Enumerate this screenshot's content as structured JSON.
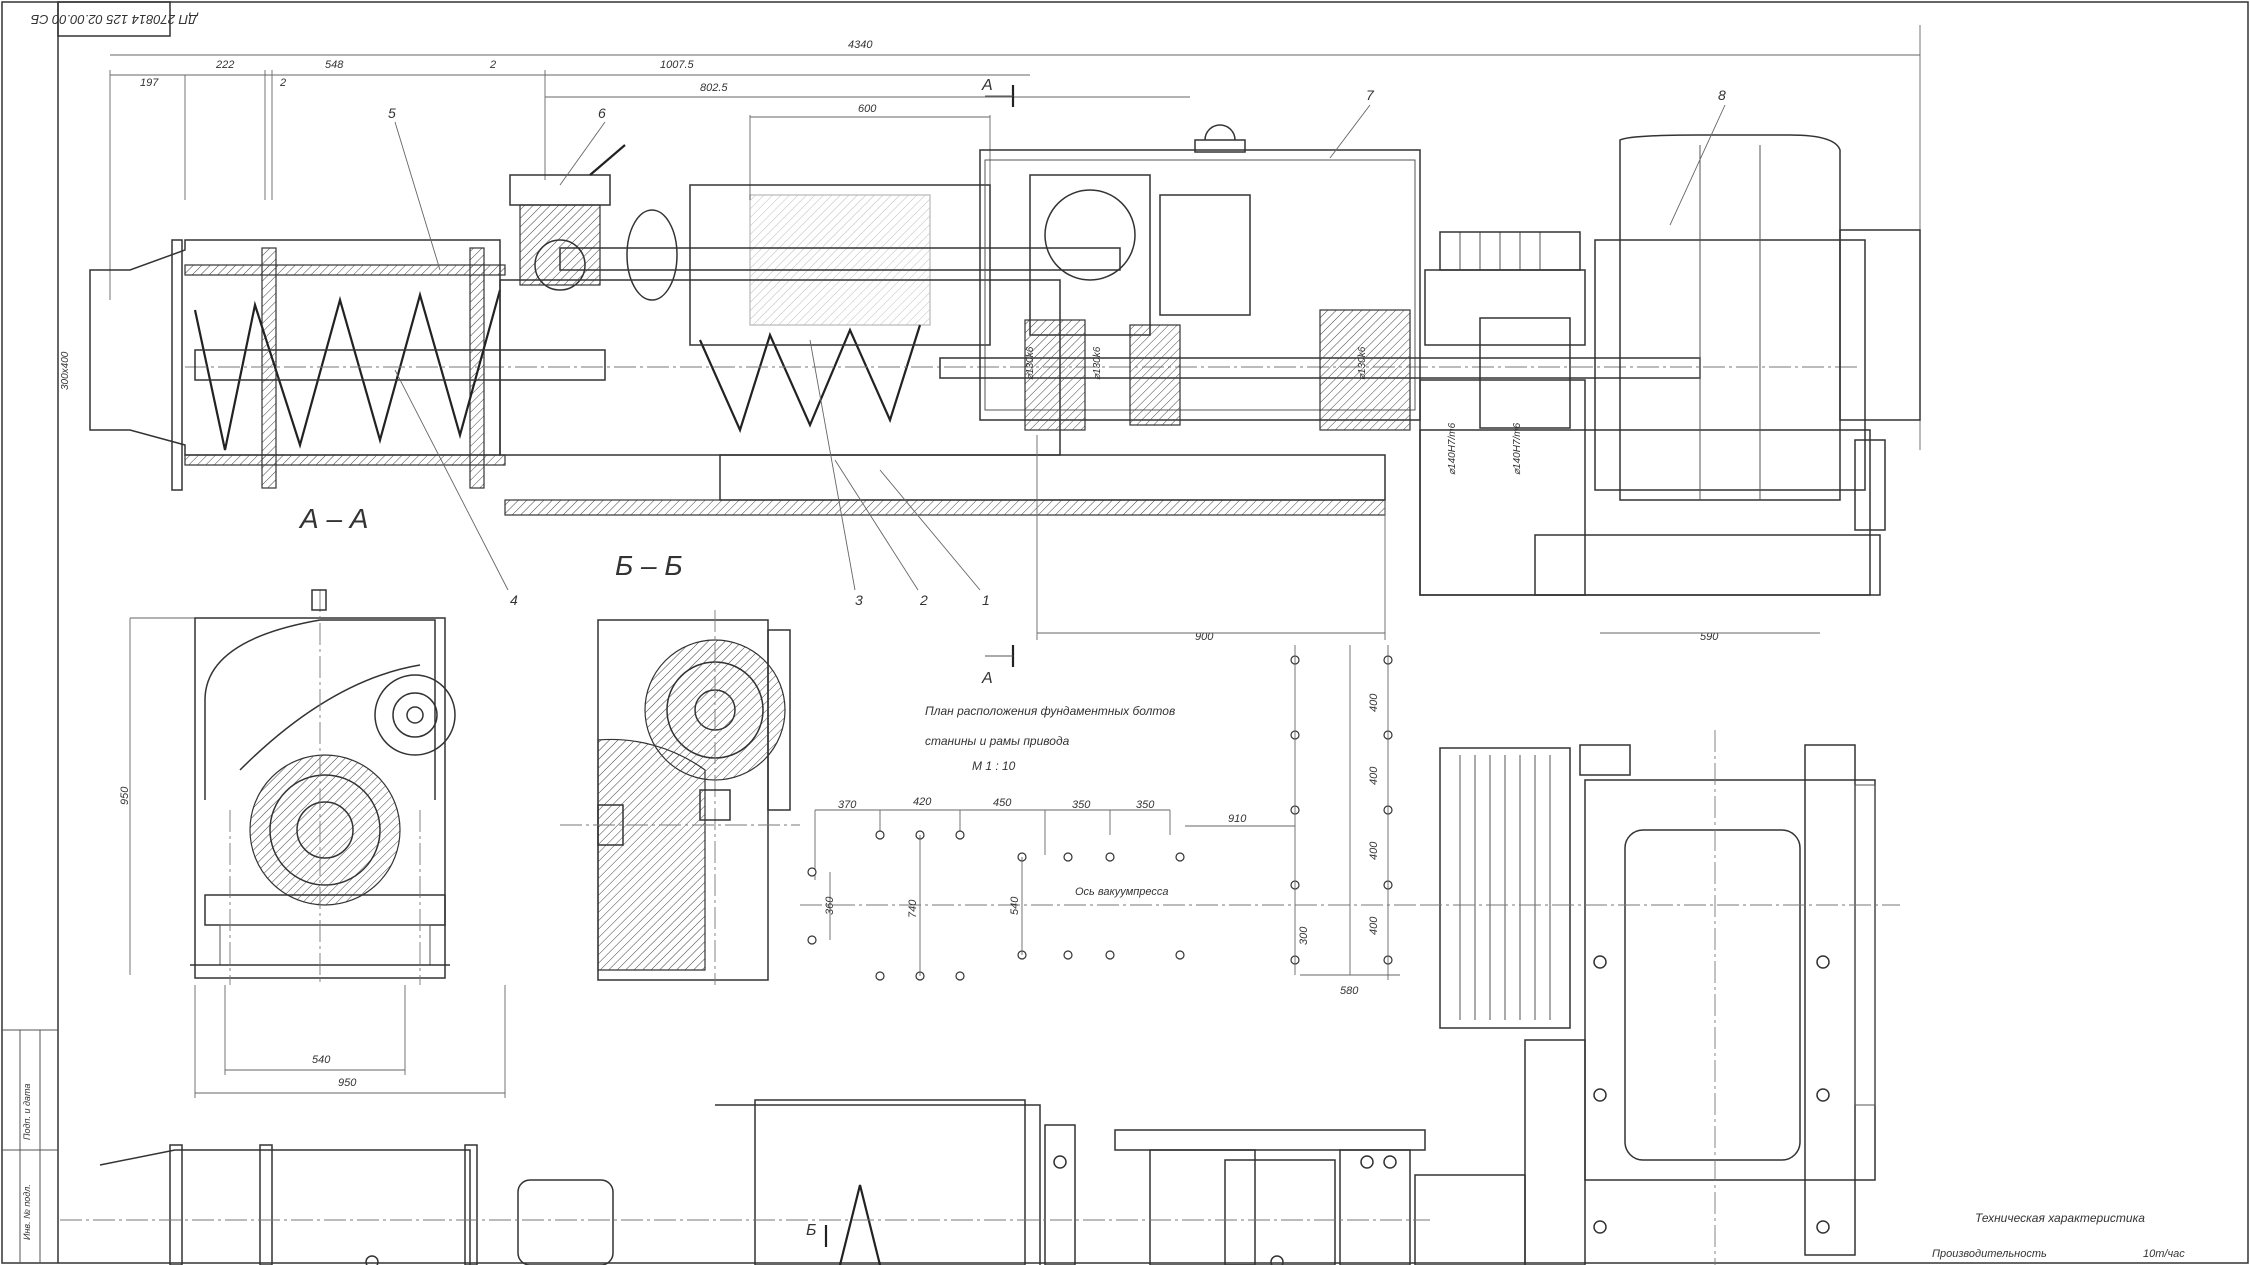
{
  "stamp": {
    "code": "ДП 270814 125 02.00.00 СБ"
  },
  "section_labels": {
    "aa_title": "А – А",
    "bb_title": "Б – Б",
    "a_mark_top": "А",
    "a_mark_mid": "А",
    "b_mark": "Б"
  },
  "callouts": {
    "c1": "1",
    "c2": "2",
    "c3": "3",
    "c4": "4",
    "c5": "5",
    "c6": "6",
    "c7": "7",
    "c8": "8"
  },
  "dims_top": {
    "overall": "4340",
    "d197": "197",
    "d222": "222",
    "d2a": "2",
    "d548": "548",
    "d2b": "2",
    "d10075": "1007.5",
    "d8025": "802.5",
    "d600": "600",
    "d900": "900",
    "d590": "590",
    "height_left": "300x400",
    "shaft1": "⌀130k6",
    "shaft2": "⌀130k6",
    "shaft3": "⌀130k6",
    "fit1": "⌀140H7/m6",
    "fit2": "⌀140H7/m6"
  },
  "dims_aa": {
    "height": "950",
    "width_inner": "540",
    "width_outer": "950"
  },
  "plan": {
    "title_line1": "План расположения фундаментных болтов",
    "title_line2": "станины и рамы привода",
    "scale": "М 1 : 10",
    "axis_label": "Ось вакуумпресса",
    "d370": "370",
    "d420": "420",
    "d450": "450",
    "d350a": "350",
    "d350b": "350",
    "d910": "910",
    "d360": "360",
    "d740": "740",
    "d540": "540",
    "v400a": "400",
    "v400b": "400",
    "v400c": "400",
    "v400d": "400",
    "v300": "300",
    "d580": "580"
  },
  "tech": {
    "title": "Техническая характеристика",
    "row1_label": "Производительность",
    "row1_value": "10т/час"
  },
  "side_frame": {
    "lbl1": "Инв. № подл.",
    "lbl2": "Подп. и дата"
  }
}
